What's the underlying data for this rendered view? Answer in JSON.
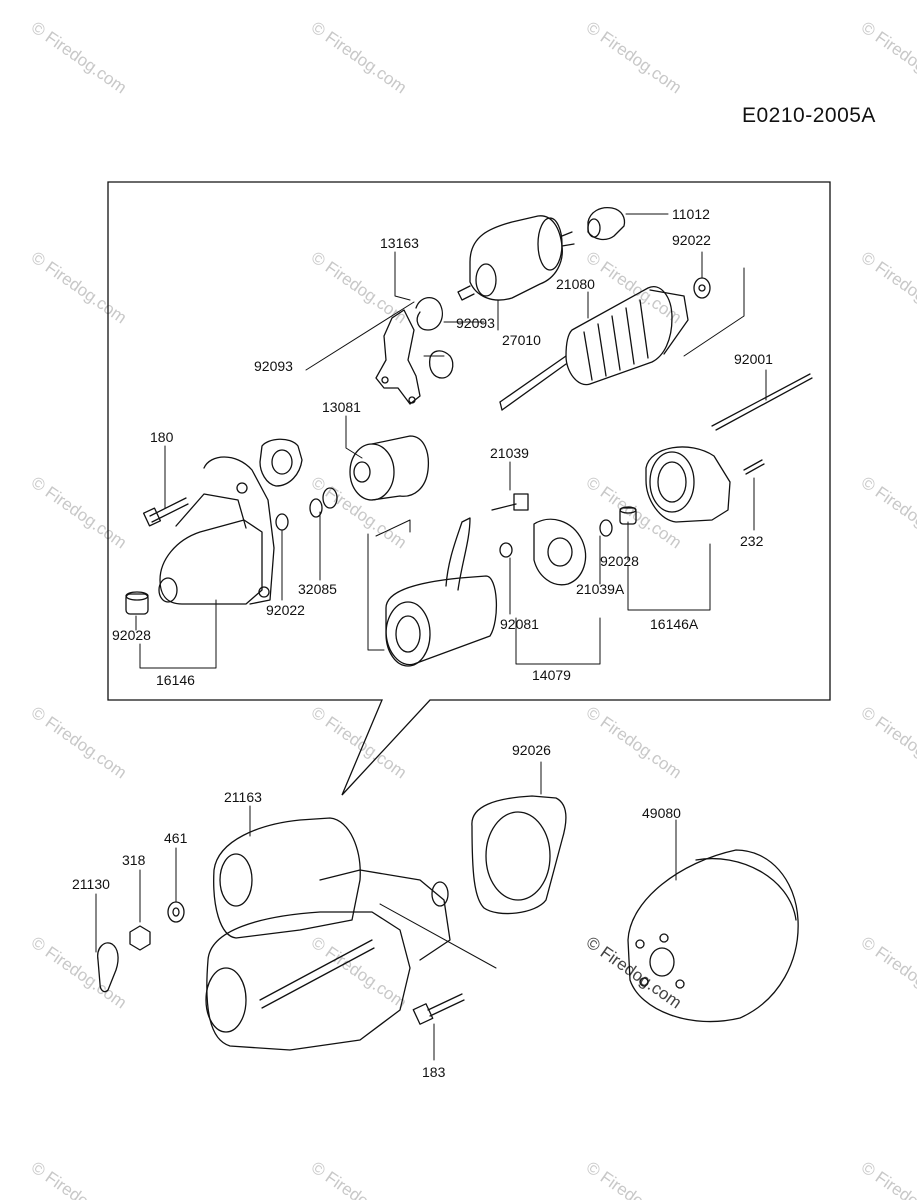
{
  "diagram_code": "E0210-2005A",
  "watermark": "© Firedog.com",
  "parts": [
    {
      "id": "p11012",
      "number": "11012"
    },
    {
      "id": "p92022a",
      "number": "92022"
    },
    {
      "id": "p13163",
      "number": "13163"
    },
    {
      "id": "p21080",
      "number": "21080"
    },
    {
      "id": "p92093a",
      "number": "92093"
    },
    {
      "id": "p27010",
      "number": "27010"
    },
    {
      "id": "p92093b",
      "number": "92093"
    },
    {
      "id": "p92001",
      "number": "92001"
    },
    {
      "id": "p13081",
      "number": "13081"
    },
    {
      "id": "p180",
      "number": "180"
    },
    {
      "id": "p21039",
      "number": "21039"
    },
    {
      "id": "p232",
      "number": "232"
    },
    {
      "id": "p32085",
      "number": "32085"
    },
    {
      "id": "p92028a",
      "number": "92028"
    },
    {
      "id": "p21039A",
      "number": "21039A"
    },
    {
      "id": "p92022b",
      "number": "92022"
    },
    {
      "id": "p92081",
      "number": "92081"
    },
    {
      "id": "p16146A",
      "number": "16146A"
    },
    {
      "id": "p92028b",
      "number": "92028"
    },
    {
      "id": "p14079",
      "number": "14079"
    },
    {
      "id": "p16146",
      "number": "16146"
    },
    {
      "id": "p92026",
      "number": "92026"
    },
    {
      "id": "p21163",
      "number": "21163"
    },
    {
      "id": "p49080",
      "number": "49080"
    },
    {
      "id": "p461",
      "number": "461"
    },
    {
      "id": "p318",
      "number": "318"
    },
    {
      "id": "p21130",
      "number": "21130"
    },
    {
      "id": "p183",
      "number": "183"
    }
  ]
}
